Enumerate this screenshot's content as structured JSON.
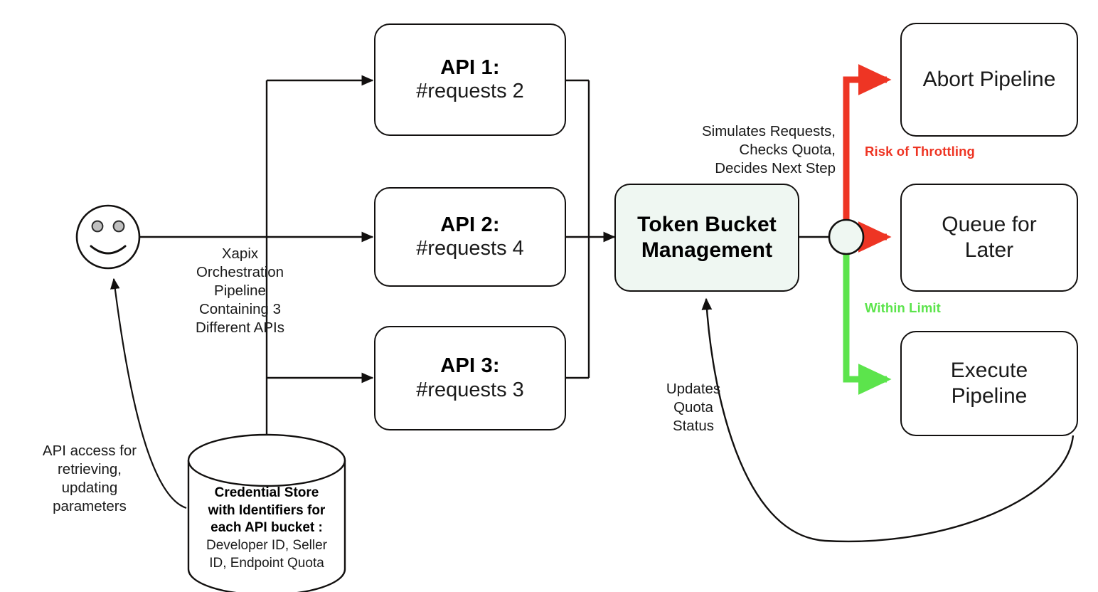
{
  "diagram": {
    "title": "Xapix Token Bucket Management Pipeline",
    "colors": {
      "stroke": "#12100f",
      "mint_fill": "#eff7f2",
      "risk_red": "#ee3524",
      "within_green": "#5ce44c",
      "text": "#1a1a1a",
      "eye_fill": "#bfbfbf"
    },
    "actor": {
      "name": "smiley-user",
      "label": ""
    },
    "pipeline_label": "Xapix\nOrchestration\nPipeline\nContaining 3\nDifferent APIs",
    "pipeline_label_lines": [
      "Xapix",
      "Orchestration",
      "Pipeline",
      "Containing 3",
      "Different APIs"
    ],
    "credential_access_label_lines": [
      "API access for",
      "retrieving,",
      "updating",
      "parameters"
    ],
    "credential_store": {
      "bold_lines": [
        "Credential Store",
        "with Identifiers for",
        "each API bucket :"
      ],
      "regular_lines": [
        "Developer ID, Seller",
        "ID, Endpoint Quota"
      ]
    },
    "api_nodes": [
      {
        "title": "API 1:",
        "subtitle": "#requests 2",
        "requests": 2
      },
      {
        "title": "API 2:",
        "subtitle": "#requests 4",
        "requests": 4
      },
      {
        "title": "API 3:",
        "subtitle": "#requests 3",
        "requests": 3
      }
    ],
    "token_bucket": {
      "title_lines": [
        "Token Bucket",
        "Management"
      ],
      "annotation_lines": [
        "Simulates Requests,",
        "Checks Quota,",
        "Decides Next Step"
      ],
      "feedback_label_lines": [
        "Updates",
        "Quota",
        "Status"
      ]
    },
    "decision_node": {
      "name": "decision-circle"
    },
    "branches": [
      {
        "label": "Risk of Throttling",
        "color": "#ee3524",
        "targets": [
          "Abort Pipeline",
          "Queue for Later"
        ]
      },
      {
        "label": "Within Limit",
        "color": "#5ce44c",
        "targets": [
          "Execute Pipeline"
        ]
      }
    ],
    "outcome_nodes": [
      {
        "lines": [
          "Abort Pipeline"
        ]
      },
      {
        "lines": [
          "Queue for",
          "Later"
        ]
      },
      {
        "lines": [
          "Execute",
          "Pipeline"
        ]
      }
    ]
  }
}
